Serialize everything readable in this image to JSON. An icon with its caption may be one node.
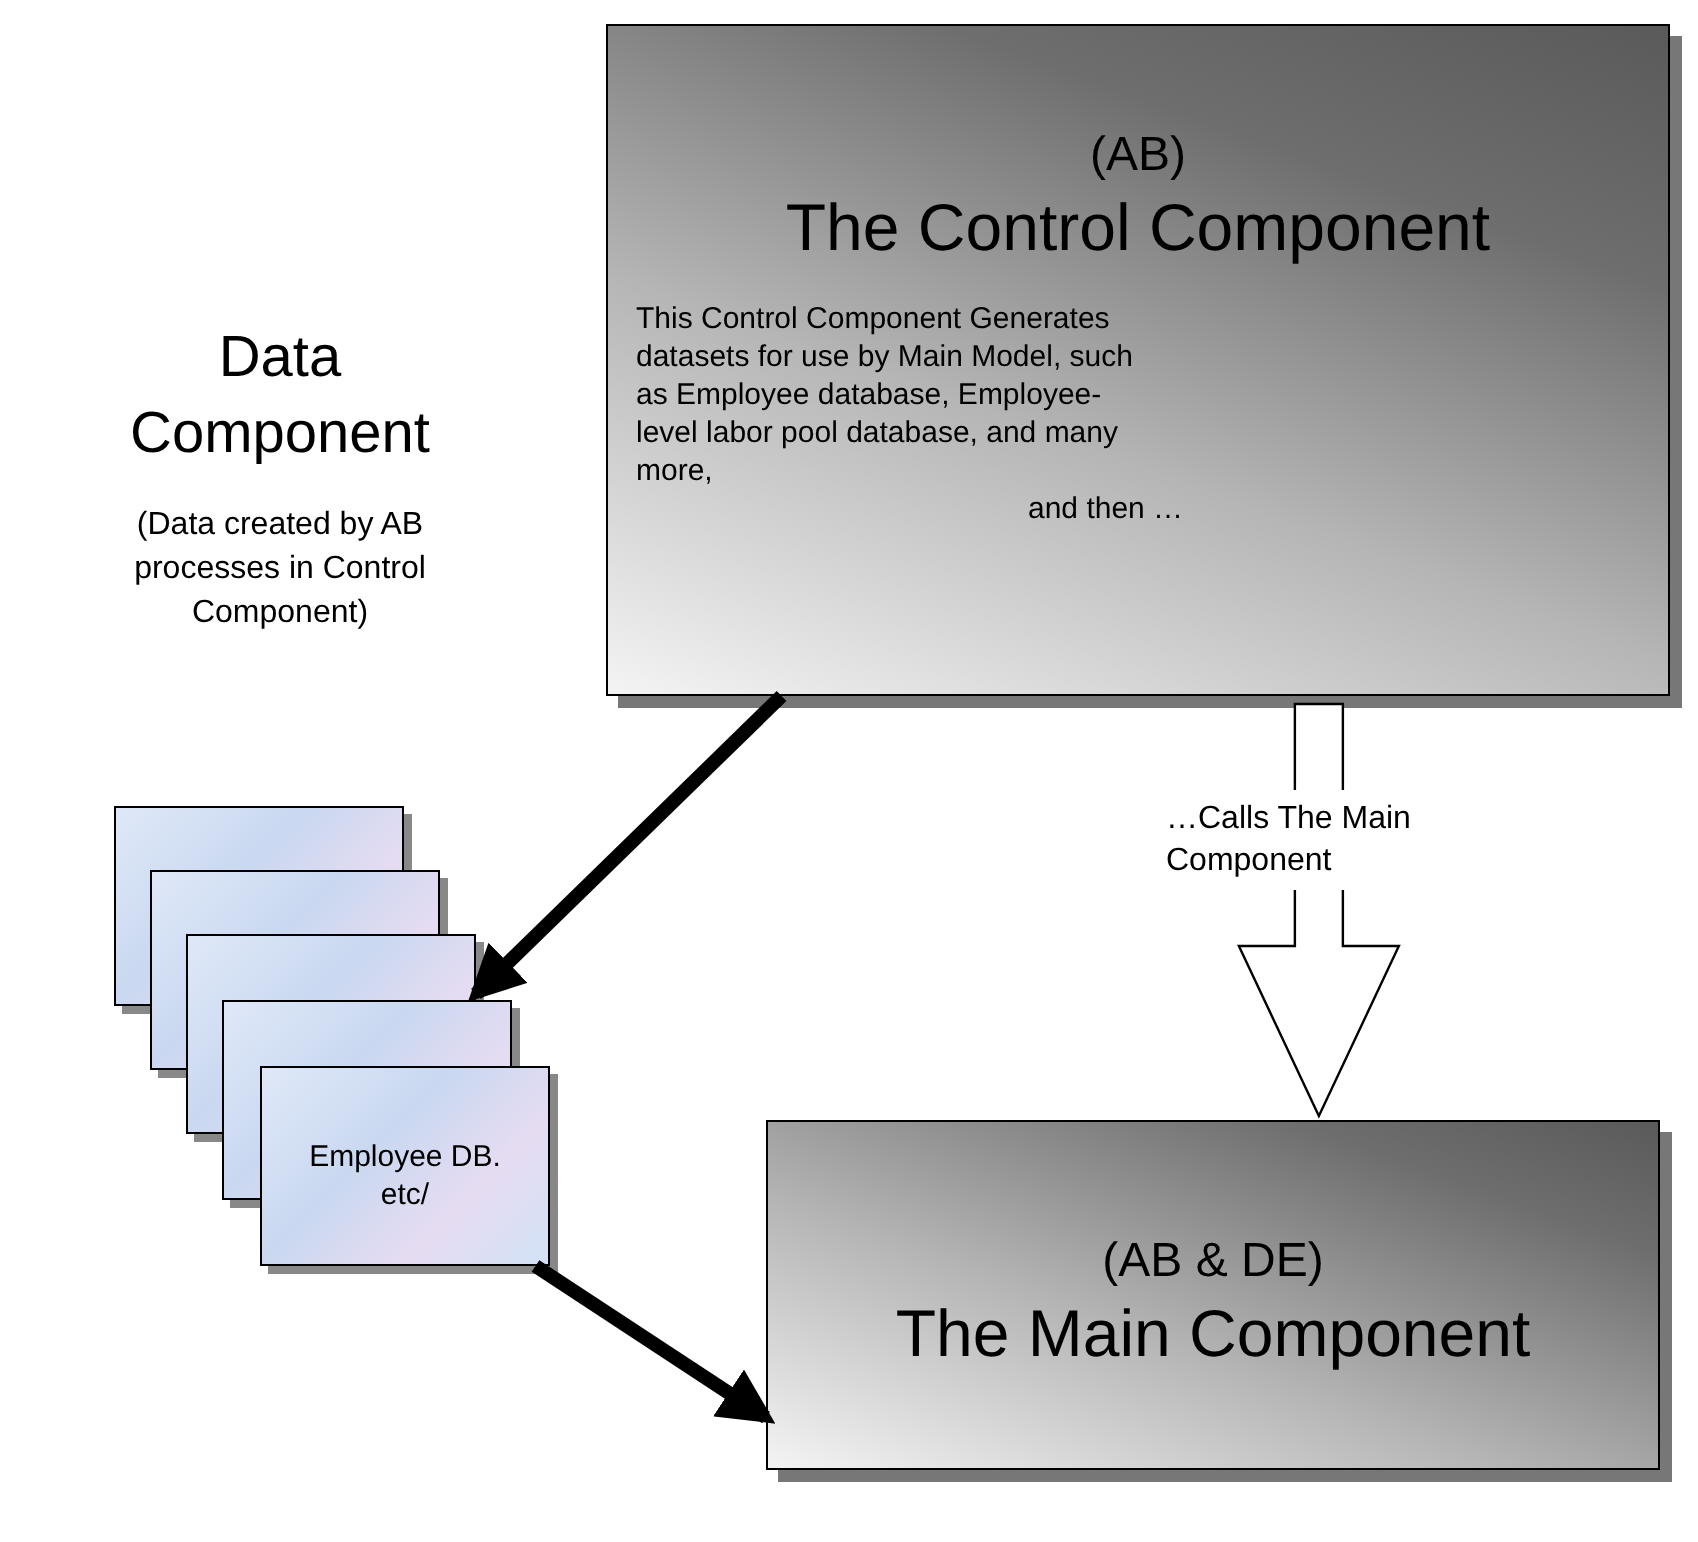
{
  "diagram": {
    "nodes": [
      {
        "text": [
          "(AB)",
          "The Control Component",
          "This Control Component Generates datasets for use by Main Model, such as Employee database, Employee-level labor pool database, and many more,",
          "and then …"
        ]
      },
      {
        "text": [],
        "shape": "box"
      },
      {
        "text": [],
        "shape": "box"
      },
      {
        "text": [],
        "shape": "box"
      },
      {
        "text": [],
        "shape": "box"
      },
      {
        "text": [
          "Employee DB. etc/"
        ]
      },
      {
        "text": [
          "(AB & DE)",
          "The Main Component"
        ]
      }
    ],
    "edges": [
      {
        "from": 0,
        "to": 3,
        "arrow": "to"
      },
      {
        "from": 5,
        "to": 6,
        "arrow": "to"
      },
      {
        "from": 0,
        "to": 6,
        "arrow": "to",
        "label": "…Calls The Main Component",
        "style": "thick"
      }
    ],
    "labels": [
      "Data Component",
      "(Data created by AB processes in Control Component)"
    ]
  }
}
